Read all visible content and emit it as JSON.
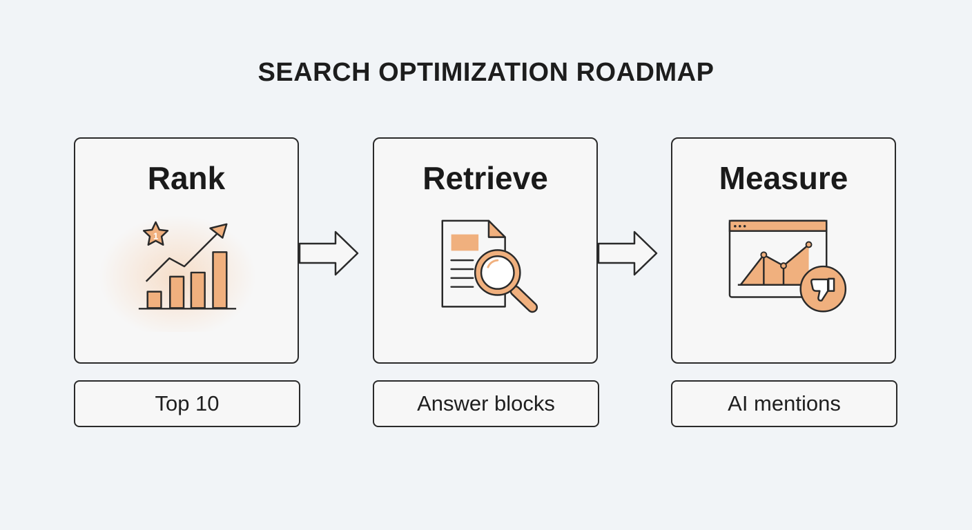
{
  "title": "SEARCH OPTIMIZATION ROADMAP",
  "steps": [
    {
      "heading": "Rank",
      "label": "Top 10",
      "icon": "ranking-chart-icon",
      "badge": "1"
    },
    {
      "heading": "Retrieve",
      "label": "Answer blocks",
      "icon": "document-search-icon"
    },
    {
      "heading": "Measure",
      "label": "AI mentions",
      "icon": "analytics-thumbs-down-icon"
    }
  ],
  "colors": {
    "accent": "#f0b07e",
    "stroke": "#2a2a2a",
    "background": "#f1f4f7",
    "card": "#f7f7f7"
  }
}
